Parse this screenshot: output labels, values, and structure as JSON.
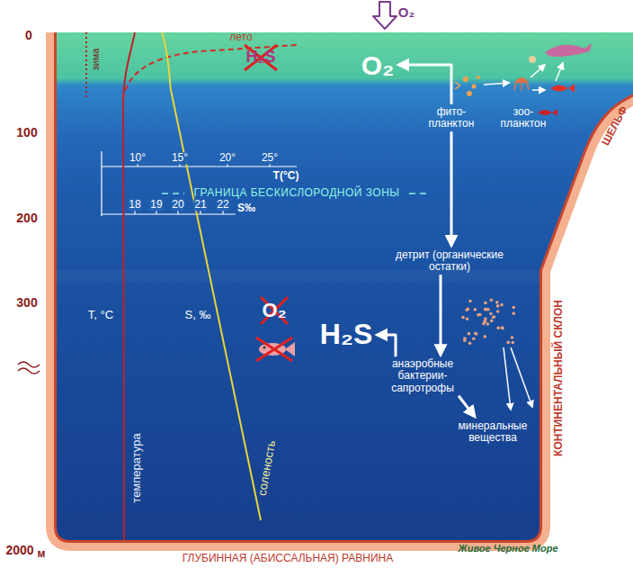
{
  "diagram": {
    "nodes": [
      {
        "text": [
          "O₂"
        ]
      },
      {
        "text": [
          "фито- планктон"
        ]
      },
      {
        "text": [
          "зоо- планктон"
        ]
      },
      {
        "text": [
          "детрит (органические остатки)"
        ]
      },
      {
        "text": [
          "H₂S"
        ]
      },
      {
        "text": [
          "анаэробные бактерии- сапротрофы"
        ]
      },
      {
        "text": [
          "минеральные вещества"
        ]
      }
    ],
    "edges": [
      {
        "from": 1,
        "to": 0,
        "arrow": "to"
      },
      {
        "from": 1,
        "to": 3,
        "arrow": "to"
      },
      {
        "from": 3,
        "to": 5,
        "arrow": "to"
      },
      {
        "from": 5,
        "to": 4,
        "arrow": "to"
      },
      {
        "from": 5,
        "to": 6,
        "arrow": "to"
      }
    ],
    "labels": [
      "O₂",
      "0",
      "лето",
      "зима",
      "H₂S",
      "ШЕЛЬФ",
      "100",
      "10°",
      "15°",
      "20°",
      "25°",
      "T(°C)",
      "ГРАНИЦА БЕСКИСЛОРОДНОЙ ЗОНЫ",
      "200",
      "18",
      "19",
      "20",
      "21",
      "22",
      "S‰",
      "300",
      "O₂",
      "T, °C",
      "S, ‰",
      "температура",
      "соленость",
      "КОНТИНЕНТАЛЬНЫЙ СКЛОН",
      "2000",
      "м",
      "Живое Черное Море",
      "ГЛУБИННАЯ (АБИССАЛЬНАЯ) РАВНИНА"
    ]
  }
}
